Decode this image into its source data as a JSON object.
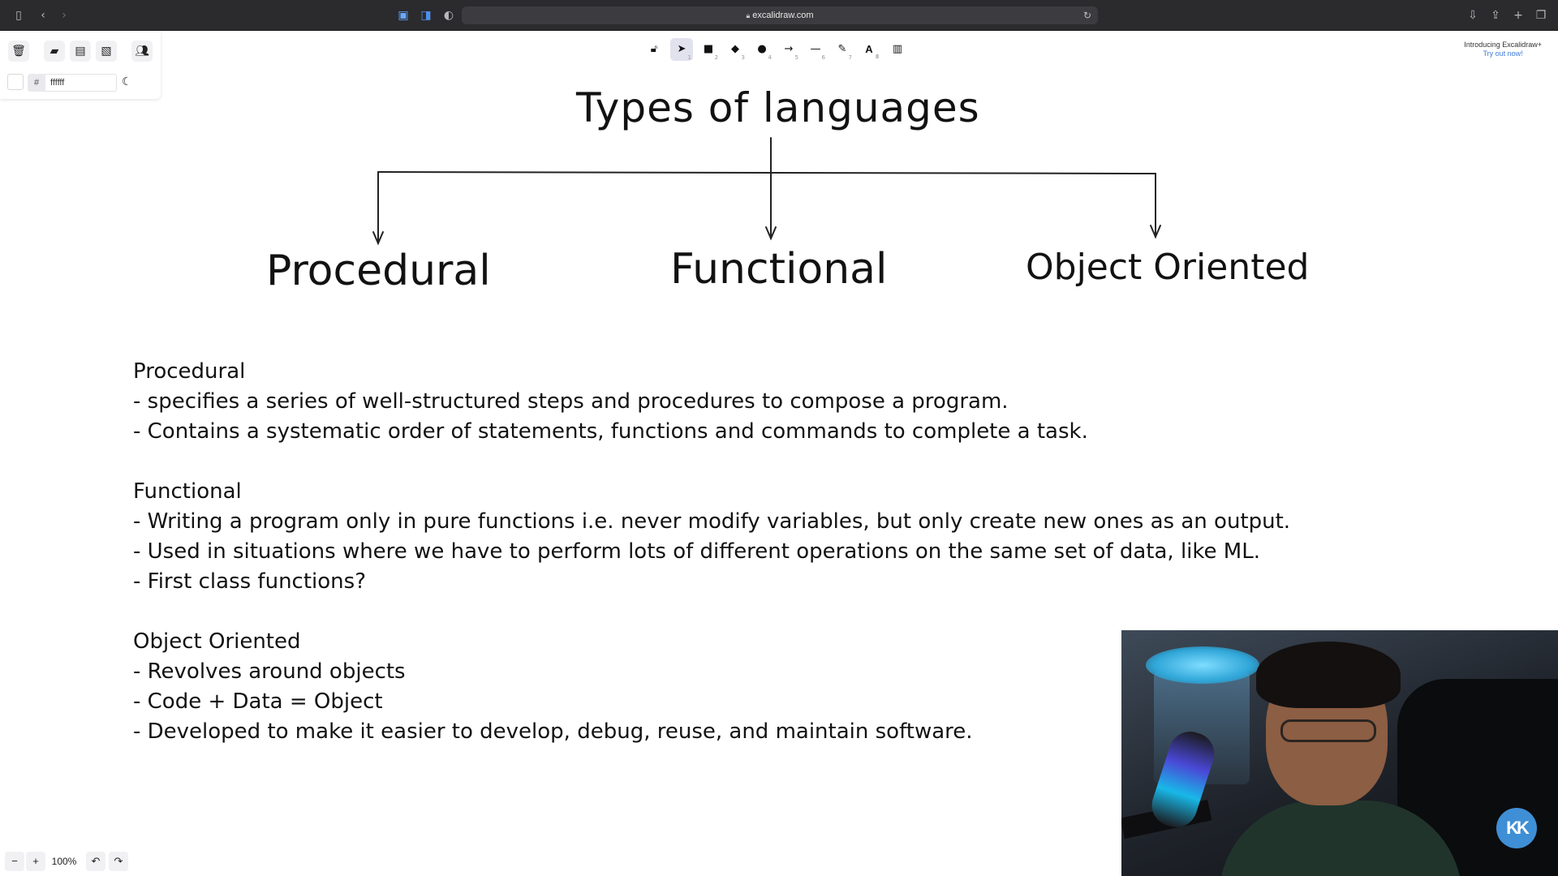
{
  "browser": {
    "url": "excalidraw.com",
    "sidebar_icon": "sidebar-icon",
    "back_icon": "‹",
    "forward_icon": "›",
    "reload_icon": "↻",
    "download_icon": "⇩",
    "share_icon": "⇪",
    "newtab_icon": "+",
    "tabs_icon": "❐"
  },
  "panel": {
    "background_hex": "ffffff",
    "hash": "#"
  },
  "promo": {
    "line1": "Introducing Excalidraw+",
    "line2": "Try out now!"
  },
  "canvas": {
    "title": "Types of languages",
    "branches": [
      "Procedural",
      "Functional",
      "Object Oriented"
    ],
    "notes": {
      "procedural": {
        "heading": "Procedural",
        "items": [
          "- specifies a series of well-structured steps and procedures to compose a program.",
          "- Contains a systematic order of statements, functions and commands to complete a task."
        ]
      },
      "functional": {
        "heading": "Functional",
        "items": [
          "- Writing a program only in pure functions i.e. never modify variables, but only create new ones as an output.",
          "- Used in situations where we have to perform lots of different operations on the same set of data, like ML.",
          "- First class functions?"
        ]
      },
      "oop": {
        "heading": "Object Oriented",
        "items": [
          "- Revolves around objects",
          "- Code + Data = Object",
          "- Developed to make it easier to develop, debug, reuse, and maintain software."
        ]
      }
    }
  },
  "webcam": {
    "logo": "KK"
  },
  "zoom": {
    "minus": "−",
    "plus": "+",
    "level": "100%",
    "undo": "↶",
    "redo": "↷"
  },
  "toolbar_keys": [
    "1",
    "2",
    "3",
    "4",
    "5",
    "6",
    "7",
    "8"
  ]
}
